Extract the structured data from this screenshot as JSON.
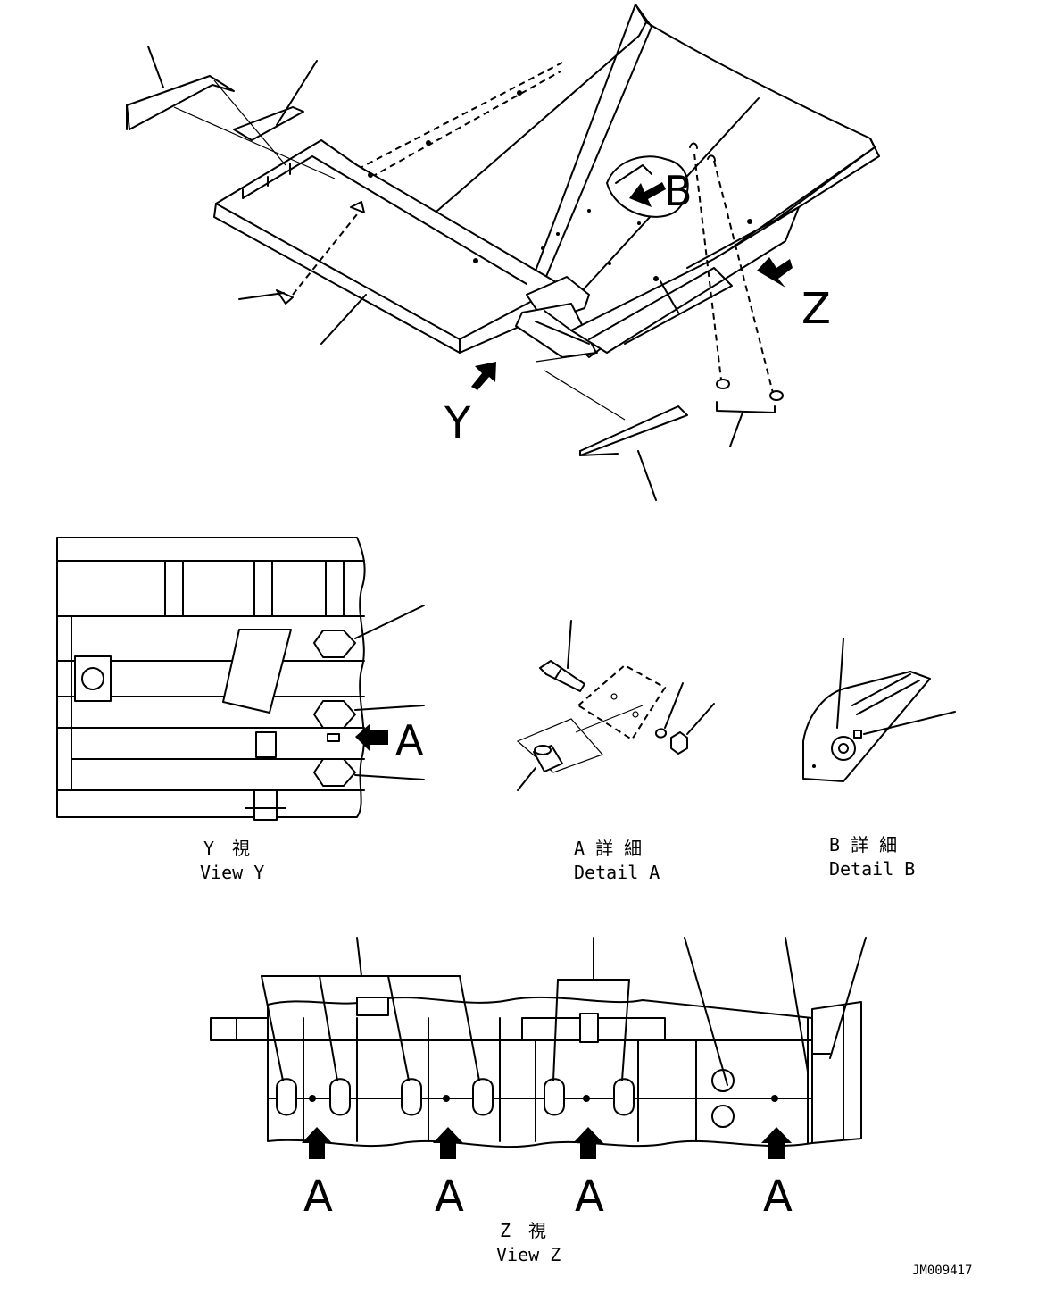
{
  "main_view": {
    "callout_B": "B",
    "callout_Y": "Y",
    "callout_Z": "Z"
  },
  "view_y": {
    "callout_A": "A",
    "caption_jp": "Y　視",
    "caption_en": "View Y"
  },
  "detail_a": {
    "caption_jp": "A 詳 細",
    "caption_en": "Detail A"
  },
  "detail_b": {
    "caption_jp": "B 詳 細",
    "caption_en": "Detail B"
  },
  "view_z": {
    "callouts": [
      "A",
      "A",
      "A",
      "A"
    ],
    "caption_jp": "Z　視",
    "caption_en": "View Z"
  },
  "drawing_number": "JM009417"
}
